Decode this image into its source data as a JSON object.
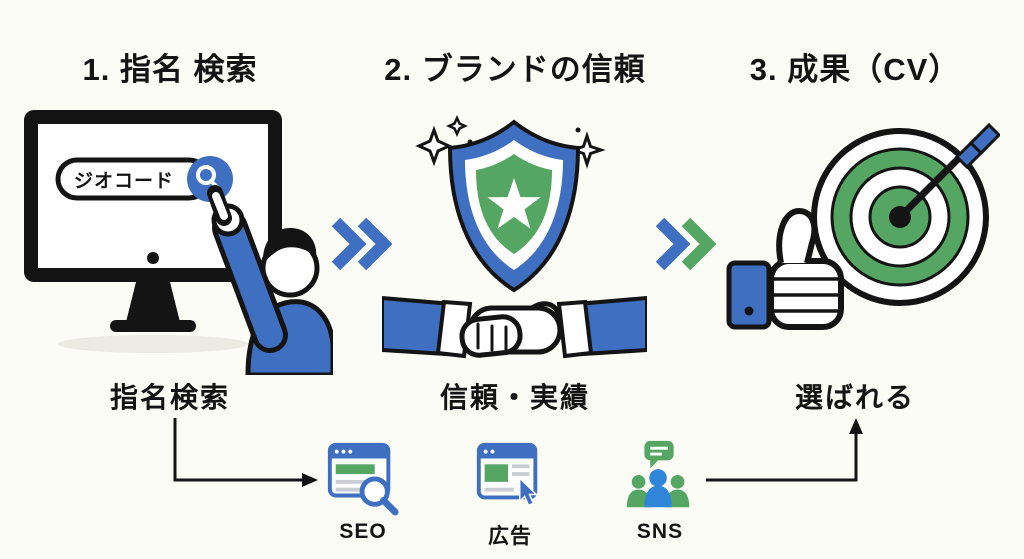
{
  "colors": {
    "bg": "#FCFCF7",
    "ink": "#141414",
    "blue": "#3E6FC1",
    "sky": "#2F86D8",
    "green": "#55A662",
    "gray": "#C9CED6"
  },
  "steps": [
    {
      "header": "1. 指名 検索",
      "caption": "指名検索",
      "illustration": "monitor-search-with-person"
    },
    {
      "header": "2. ブランドの信頼",
      "caption": "信頼・実績",
      "illustration": "shield-star-handshake"
    },
    {
      "header": "3. 成果（CV）",
      "caption": "選ばれる",
      "illustration": "thumbs-up-target-arrow"
    }
  ],
  "monitor": {
    "search_text": "ジオコード"
  },
  "chevrons": [
    {
      "left_color": "#3E6FC1",
      "right_color": "#3E6FC1"
    },
    {
      "left_color": "#3E6FC1",
      "right_color": "#55A662"
    }
  ],
  "channels": [
    {
      "label": "SEO",
      "icon": "browser-magnifier-icon"
    },
    {
      "label": "広告",
      "icon": "browser-cursor-icon"
    },
    {
      "label": "SNS",
      "icon": "people-chat-icon"
    }
  ]
}
